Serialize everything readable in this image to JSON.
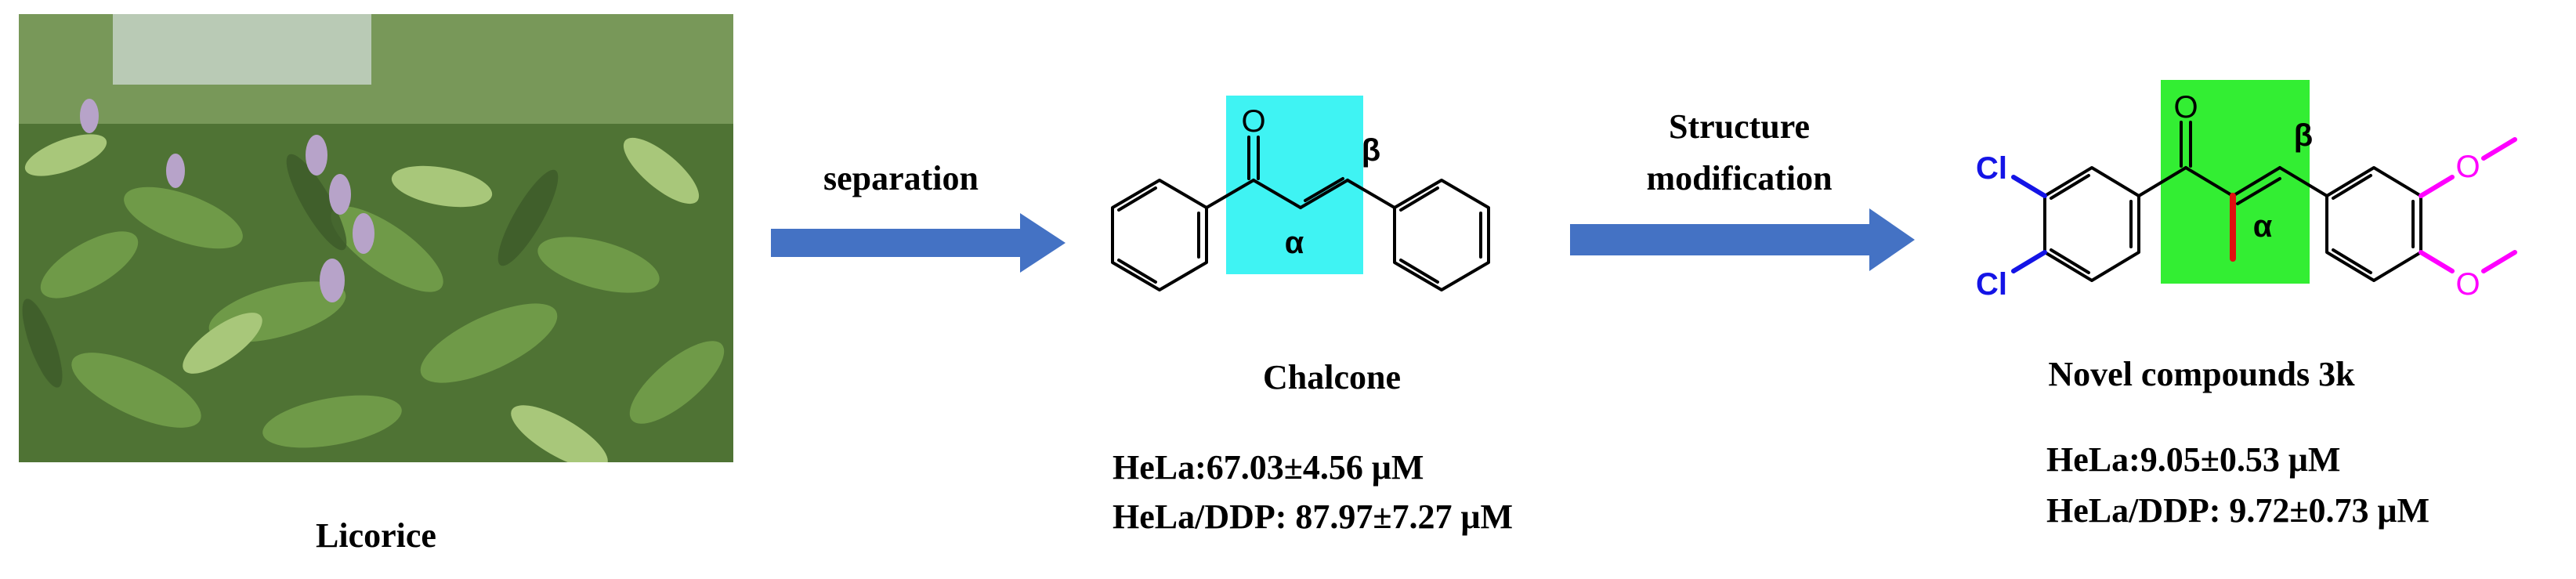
{
  "plant": {
    "caption": "Licorice",
    "colors": {
      "sky": "#c9d7cc",
      "foliage_dark": "#3d5a2a",
      "foliage": "#6f9a48",
      "foliage_light": "#a8c77a",
      "flower": "#b7a3c9"
    }
  },
  "arrows": {
    "separation": {
      "label": "separation"
    },
    "modification": {
      "label_line1": "Structure",
      "label_line2": "modification"
    },
    "color": "#4472c4"
  },
  "chalcone": {
    "name": "Chalcone",
    "oxygen": "O",
    "alpha": "α",
    "beta": "β",
    "highlight_color": "#3ff3f3",
    "hela": "HeLa:67.03±4.56 μM",
    "hela_ddp": "HeLa/DDP: 87.97±7.27 μM"
  },
  "compound3k": {
    "name": "Novel compounds 3k",
    "oxygen": "O",
    "alpha": "α",
    "beta": "β",
    "chlorine_1": "Cl",
    "chlorine_2": "Cl",
    "highlight_color": "#33ee33",
    "chlorine_color": "#1414e6",
    "methoxy_color": "#ff00ff",
    "methyl_color": "#e01010",
    "hela": "HeLa:9.05±0.53 μM",
    "hela_ddp": "HeLa/DDP: 9.72±0.73 μM"
  }
}
